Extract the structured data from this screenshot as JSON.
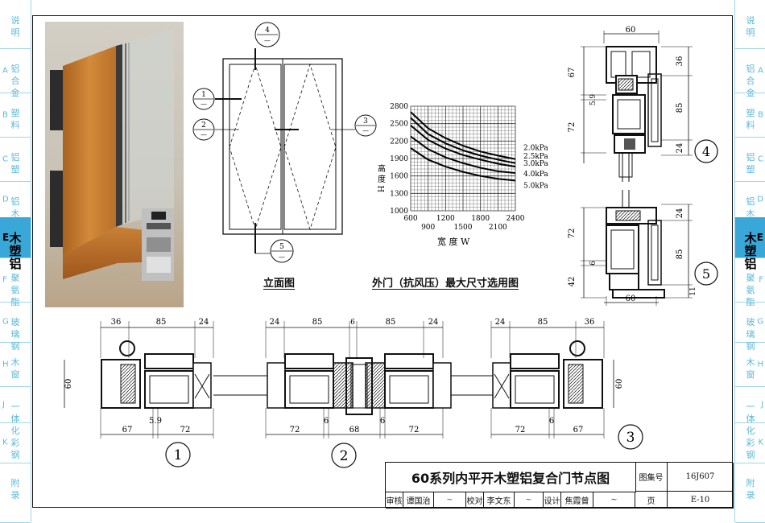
{
  "side_tabs": {
    "left": [
      {
        "chars": "说明",
        "letter": ""
      },
      {
        "chars": "铝合金",
        "letter": "A"
      },
      {
        "chars": "塑料",
        "letter": "B"
      },
      {
        "chars": "铝塑",
        "letter": "C"
      },
      {
        "chars": "铝木",
        "letter": "D"
      },
      {
        "chars": "木塑铝",
        "letter": "E",
        "active": true
      },
      {
        "chars": "聚氨酯",
        "letter": "F"
      },
      {
        "chars": "玻璃钢",
        "letter": "G"
      },
      {
        "chars": "木窗",
        "letter": "H"
      },
      {
        "chars": "一体化",
        "letter": "J"
      },
      {
        "chars": "彩钢",
        "letter": "K"
      },
      {
        "chars": "附录",
        "letter": ""
      }
    ]
  },
  "elevation": {
    "caption": "立面图",
    "callouts": [
      {
        "num": "4",
        "sub": "—"
      },
      {
        "num": "1",
        "sub": "—"
      },
      {
        "num": "2",
        "sub": "—"
      },
      {
        "num": "3",
        "sub": "—"
      },
      {
        "num": "5",
        "sub": "—"
      }
    ]
  },
  "chart_data": {
    "type": "line",
    "title": "外门（抗风压）最大尺寸选用图",
    "xlabel": "宽  度  W",
    "ylabel": "高  度  H",
    "xlim": [
      600,
      2400
    ],
    "ylim": [
      1000,
      2800
    ],
    "x_ticks_top": [
      "600",
      "1200",
      "1800",
      "2400"
    ],
    "x_ticks_bottom": [
      "900",
      "1500",
      "2100"
    ],
    "y_ticks": [
      "2800",
      "2500",
      "2200",
      "1900",
      "1600",
      "1300",
      "1000"
    ],
    "series": [
      {
        "name": "2.0kPa",
        "x": [
          600,
          900,
          1200,
          1500,
          1800,
          2100,
          2400
        ],
        "y": [
          2700,
          2420,
          2250,
          2120,
          2020,
          1950,
          1890
        ]
      },
      {
        "name": "2.5kPa",
        "x": [
          600,
          900,
          1200,
          1500,
          1800,
          2100,
          2400
        ],
        "y": [
          2600,
          2320,
          2160,
          2040,
          1950,
          1880,
          1820
        ]
      },
      {
        "name": "3.0kPa",
        "x": [
          600,
          900,
          1200,
          1500,
          1800,
          2100,
          2400
        ],
        "y": [
          2470,
          2220,
          2070,
          1960,
          1880,
          1810,
          1760
        ]
      },
      {
        "name": "4.0kPa",
        "x": [
          600,
          900,
          1200,
          1500,
          1800,
          2100,
          2400
        ],
        "y": [
          2280,
          2060,
          1920,
          1820,
          1740,
          1680,
          1650
        ]
      },
      {
        "name": "5.0kPa",
        "x": [
          600,
          900,
          1200,
          1500,
          1800,
          2100,
          2400
        ],
        "y": [
          2080,
          1880,
          1760,
          1670,
          1600,
          1550,
          1520
        ]
      }
    ]
  },
  "section_top": {
    "width_dim": "60",
    "left_dims": [
      "67",
      "5.9",
      "72"
    ],
    "right_dims": [
      "36",
      "85",
      "24"
    ],
    "detail_num": "4"
  },
  "section_bottom": {
    "left_dims": [
      "72",
      "42",
      "6"
    ],
    "right_dims": [
      "24",
      "85",
      "11"
    ],
    "width_dim": "60",
    "detail_num": "5"
  },
  "detail1": {
    "top_dims": [
      "36",
      "85",
      "24"
    ],
    "bottom_dims": [
      "67",
      "5.9",
      "72"
    ],
    "height_dim": "60",
    "num": "1"
  },
  "detail2": {
    "top_dims": [
      "24",
      "85",
      "6",
      "85",
      "24"
    ],
    "bottom_dims": [
      "72",
      "6",
      "68",
      "6",
      "72"
    ],
    "num": "2"
  },
  "detail3": {
    "top_dims": [
      "24",
      "85",
      "36"
    ],
    "bottom_dims": [
      "72",
      "6",
      "67"
    ],
    "height_dim": "60",
    "num": "3"
  },
  "title_block": {
    "title": "60系列内平开木塑铝复合门节点图",
    "atlas_label": "图集号",
    "atlas_no": "16J607",
    "review_label": "审核",
    "reviewer": "谭国治",
    "check_label": "校对",
    "checker": "李文东",
    "design_label": "设计",
    "designer": "焦霞曾",
    "page_label": "页",
    "page_no": "E-10"
  }
}
